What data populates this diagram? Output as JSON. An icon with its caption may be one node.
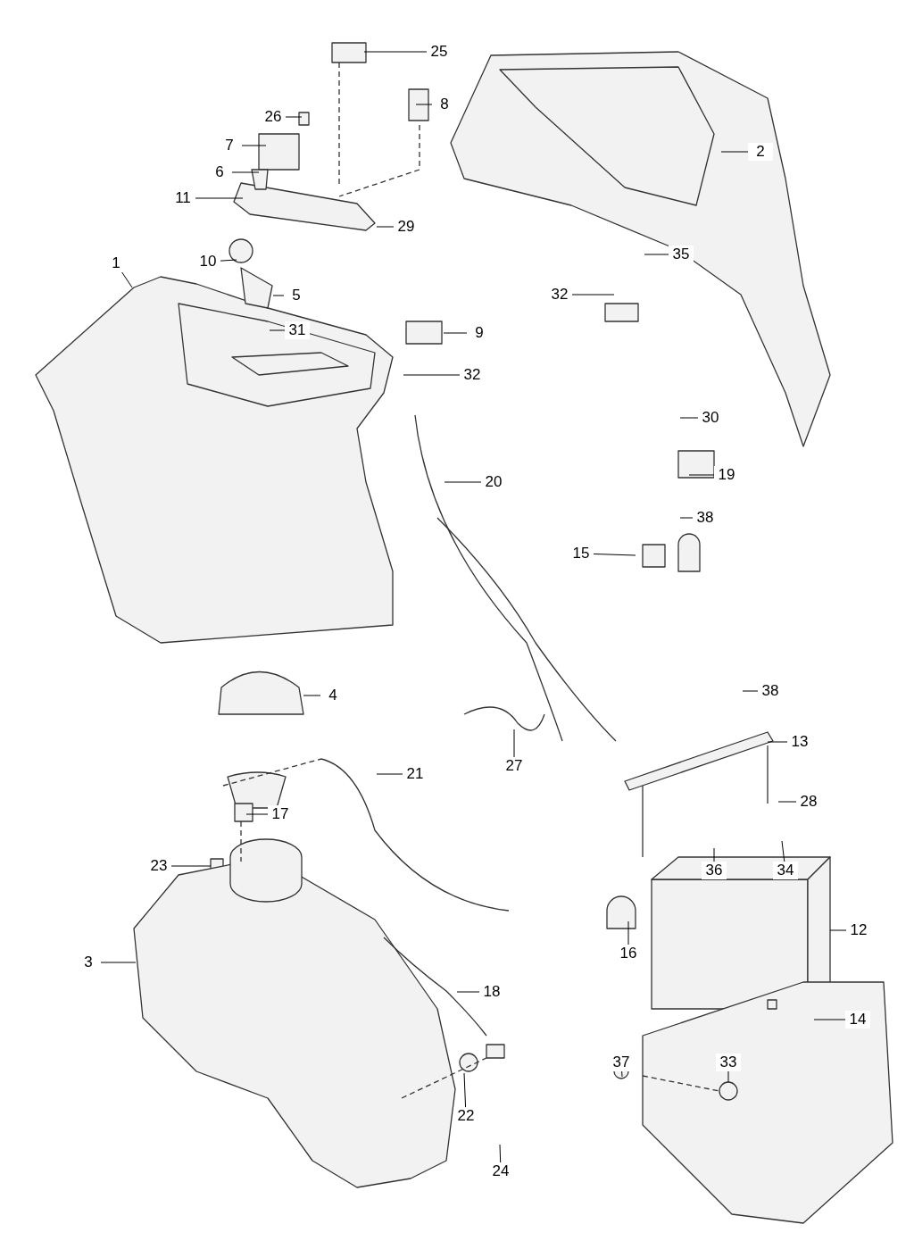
{
  "diagram": {
    "nodes": [
      {
        "text": [
          "25"
        ]
      },
      {
        "text": [
          "8"
        ]
      },
      {
        "text": [
          "26"
        ]
      },
      {
        "text": [
          "7"
        ]
      },
      {
        "text": [
          "2"
        ]
      },
      {
        "text": [
          "6"
        ]
      },
      {
        "text": [
          "11"
        ]
      },
      {
        "text": [
          "29"
        ]
      },
      {
        "text": [
          "35"
        ]
      },
      {
        "text": [
          "10"
        ]
      },
      {
        "text": [
          "1"
        ]
      },
      {
        "text": [
          "5"
        ]
      },
      {
        "text": [
          "32"
        ]
      },
      {
        "text": [
          "31"
        ]
      },
      {
        "text": [
          "9"
        ]
      },
      {
        "text": [
          "32"
        ]
      },
      {
        "text": [
          "30"
        ]
      },
      {
        "text": [
          "19"
        ]
      },
      {
        "text": [
          "20"
        ]
      },
      {
        "text": [
          "38"
        ]
      },
      {
        "text": [
          "15"
        ]
      },
      {
        "text": [
          "4"
        ]
      },
      {
        "text": [
          "38"
        ]
      },
      {
        "text": [
          "13"
        ]
      },
      {
        "text": [
          "27"
        ]
      },
      {
        "text": [
          "21"
        ]
      },
      {
        "text": [
          "28"
        ]
      },
      {
        "text": [
          "17"
        ]
      },
      {
        "text": [
          "23"
        ]
      },
      {
        "text": [
          "36"
        ]
      },
      {
        "text": [
          "34"
        ]
      },
      {
        "text": [
          "12"
        ]
      },
      {
        "text": [
          "16"
        ]
      },
      {
        "text": [
          "3"
        ]
      },
      {
        "text": [
          "18"
        ]
      },
      {
        "text": [
          "14"
        ]
      },
      {
        "text": [
          "37"
        ]
      },
      {
        "text": [
          "33"
        ]
      },
      {
        "text": [
          "22"
        ]
      },
      {
        "text": [
          "24"
        ]
      }
    ],
    "edges": [
      {
        "from": 0,
        "to": null,
        "arrow": "none"
      },
      {
        "from": 1,
        "to": null,
        "arrow": "none"
      },
      {
        "from": 2,
        "to": null,
        "arrow": "none"
      },
      {
        "from": 3,
        "to": null,
        "arrow": "none"
      },
      {
        "from": 4,
        "to": null,
        "arrow": "none"
      },
      {
        "from": 5,
        "to": null,
        "arrow": "none"
      },
      {
        "from": 6,
        "to": null,
        "arrow": "none"
      },
      {
        "from": 7,
        "to": null,
        "arrow": "none"
      },
      {
        "from": 8,
        "to": null,
        "arrow": "none"
      },
      {
        "from": 9,
        "to": null,
        "arrow": "none"
      },
      {
        "from": 10,
        "to": null,
        "arrow": "none"
      },
      {
        "from": 11,
        "to": null,
        "arrow": "none"
      },
      {
        "from": 12,
        "to": null,
        "arrow": "none"
      },
      {
        "from": 13,
        "to": null,
        "arrow": "none"
      },
      {
        "from": 14,
        "to": null,
        "arrow": "none"
      },
      {
        "from": 15,
        "to": null,
        "arrow": "none"
      },
      {
        "from": 16,
        "to": null,
        "arrow": "none"
      },
      {
        "from": 17,
        "to": null,
        "arrow": "none"
      },
      {
        "from": 18,
        "to": null,
        "arrow": "none"
      },
      {
        "from": 19,
        "to": null,
        "arrow": "none"
      },
      {
        "from": 20,
        "to": null,
        "arrow": "none"
      },
      {
        "from": 21,
        "to": null,
        "arrow": "none"
      },
      {
        "from": 22,
        "to": null,
        "arrow": "none"
      },
      {
        "from": 23,
        "to": null,
        "arrow": "none"
      },
      {
        "from": 24,
        "to": null,
        "arrow": "none"
      },
      {
        "from": 25,
        "to": null,
        "arrow": "none"
      },
      {
        "from": 26,
        "to": null,
        "arrow": "none"
      },
      {
        "from": 27,
        "to": null,
        "arrow": "none"
      },
      {
        "from": 28,
        "to": null,
        "arrow": "none"
      },
      {
        "from": 29,
        "to": null,
        "arrow": "none"
      },
      {
        "from": 30,
        "to": null,
        "arrow": "none"
      },
      {
        "from": 31,
        "to": null,
        "arrow": "none"
      },
      {
        "from": 32,
        "to": null,
        "arrow": "none"
      },
      {
        "from": 33,
        "to": null,
        "arrow": "none"
      },
      {
        "from": 34,
        "to": null,
        "arrow": "none"
      },
      {
        "from": 35,
        "to": null,
        "arrow": "none"
      },
      {
        "from": 36,
        "to": null,
        "arrow": "none"
      },
      {
        "from": 37,
        "to": null,
        "arrow": "none"
      },
      {
        "from": 38,
        "to": null,
        "arrow": "none"
      },
      {
        "from": 39,
        "to": null,
        "arrow": "none"
      }
    ]
  }
}
